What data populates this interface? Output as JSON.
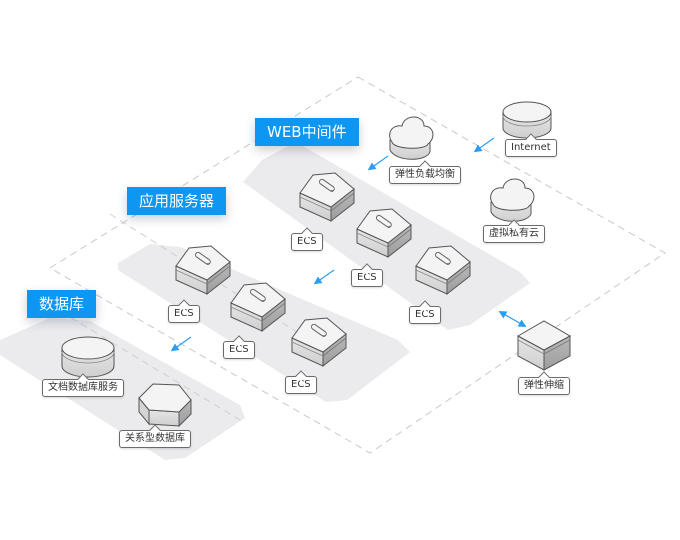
{
  "colors": {
    "accent": "#0d96f2",
    "arrow": "#2a9df4",
    "panel": "#ebebee",
    "outline": "#555555",
    "dashed_border": "#c9c9c9"
  },
  "tiers": [
    {
      "id": "web",
      "title": "WEB中间件"
    },
    {
      "id": "app",
      "title": "应用服务器"
    },
    {
      "id": "db",
      "title": "数据库"
    }
  ],
  "nodes": {
    "internet": {
      "label": "Internet",
      "icon": "cylinder-icon"
    },
    "slb": {
      "label": "弹性负载均衡",
      "icon": "cloud-icon"
    },
    "vpc": {
      "label": "虚拟私有云",
      "icon": "cloud-icon"
    },
    "autoscaling": {
      "label": "弹性伸缩",
      "icon": "cube-icon"
    },
    "web_ecs": [
      {
        "label": "ECS",
        "icon": "server-pentagon-icon"
      },
      {
        "label": "ECS",
        "icon": "server-pentagon-icon"
      },
      {
        "label": "ECS",
        "icon": "server-pentagon-icon"
      }
    ],
    "app_ecs": [
      {
        "label": "ECS",
        "icon": "server-pentagon-icon"
      },
      {
        "label": "ECS",
        "icon": "server-pentagon-icon"
      },
      {
        "label": "ECS",
        "icon": "server-pentagon-icon"
      }
    ],
    "doc_db": {
      "label": "文档数据库服务",
      "icon": "cylinder-icon"
    },
    "rel_db": {
      "label": "关系型数据库",
      "icon": "hexagon-prism-icon"
    }
  },
  "connections": [
    {
      "from": "Internet",
      "to": "弹性负载均衡",
      "type": "one-way"
    },
    {
      "from": "弹性负载均衡",
      "to": "WEB中间件",
      "type": "one-way"
    },
    {
      "from": "WEB中间件",
      "to": "应用服务器",
      "type": "one-way"
    },
    {
      "from": "应用服务器",
      "to": "数据库",
      "type": "one-way"
    },
    {
      "from": "WEB中间件",
      "to": "弹性伸缩",
      "type": "two-way"
    }
  ]
}
